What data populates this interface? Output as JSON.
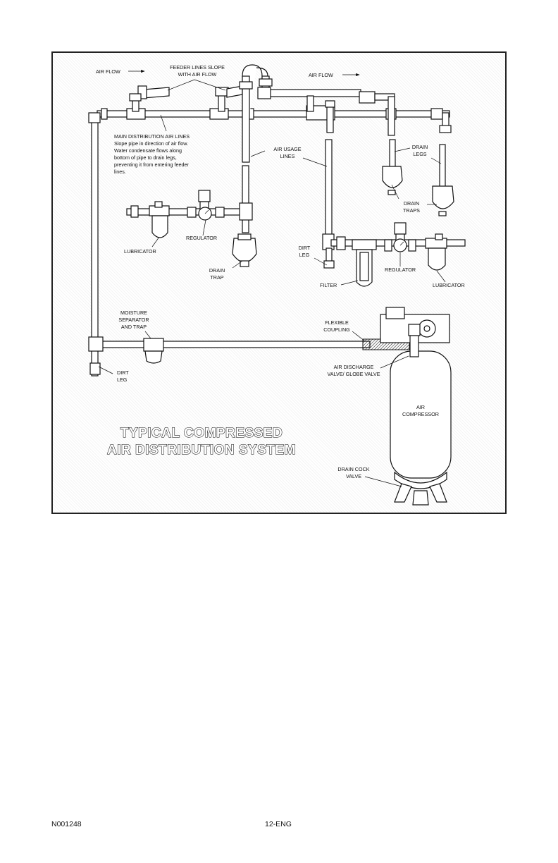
{
  "diagram": {
    "title_line1": "TYPICAL COMPRESSED",
    "title_line2": "AIR DISTRIBUTION SYSTEM",
    "labels": {
      "air_flow_left": "AIR FLOW",
      "feeder_line1": "FEEDER LINES SLOPE",
      "feeder_line2": "WITH AIR FLOW",
      "air_flow_right": "AIR FLOW",
      "main_dist_1": "MAIN DISTRIBUTION AIR LINES",
      "main_dist_2": "Slope pipe in direction of air flow.",
      "main_dist_3": "Water condensate flows along",
      "main_dist_4": "bottom of pipe to drain legs,",
      "main_dist_5": "preventing it from entering feeder",
      "main_dist_6": "lines.",
      "air_usage_1": "AIR USAGE",
      "air_usage_2": "LINES",
      "drain_legs_1": "DRAIN",
      "drain_legs_2": "LEGS",
      "drain_traps_1": "DRAIN",
      "drain_traps_2": "TRAPS",
      "regulator_left": "REGULATOR",
      "lubricator_left": "LUBRICATOR",
      "drain_trap_1": "DRAIN",
      "drain_trap_2": "TRAP",
      "dirt_leg_right_1": "DIRT",
      "dirt_leg_right_2": "LEG",
      "regulator_right": "REGULATOR",
      "filter": "FILTER",
      "lubricator_right": "LUBRICATOR",
      "moisture_1": "MOISTURE",
      "moisture_2": "SEPARATOR",
      "moisture_3": "AND TRAP",
      "flexible_1": "FLEXIBLE",
      "flexible_2": "COUPLING",
      "dirt_leg_left_1": "DIRT",
      "dirt_leg_left_2": "LEG",
      "air_discharge_1": "AIR DISCHARGE",
      "air_discharge_2": "VALVE/ GLOBE VALVE",
      "air_compressor_1": "AIR",
      "air_compressor_2": "COMPRESSOR",
      "drain_cock_1": "DRAIN COCK",
      "drain_cock_2": "VALVE"
    }
  },
  "footer": {
    "doc_code": "N001248",
    "page_number": "12-ENG"
  }
}
